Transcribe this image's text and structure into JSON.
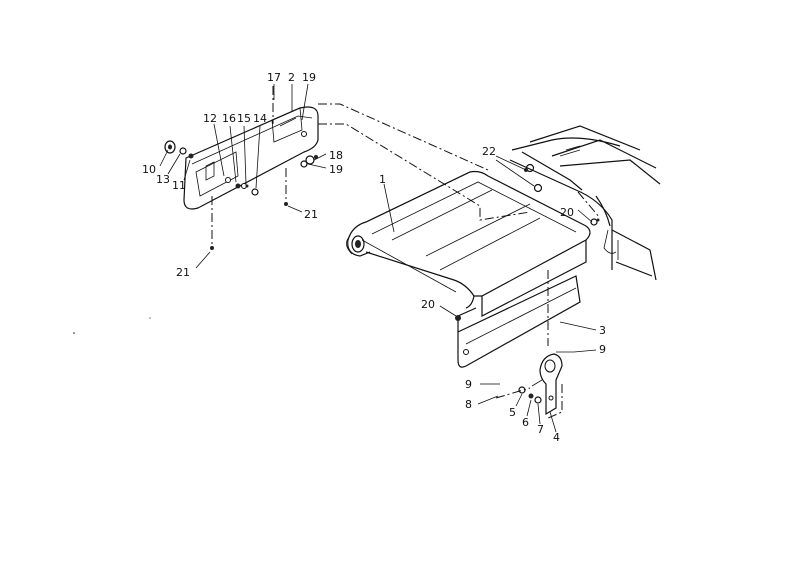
{
  "callouts": [
    {
      "id": "c17",
      "text": "17"
    },
    {
      "id": "c2",
      "text": "2"
    },
    {
      "id": "c19a",
      "text": "19"
    },
    {
      "id": "c12",
      "text": "12"
    },
    {
      "id": "c16",
      "text": "16"
    },
    {
      "id": "c15",
      "text": "15"
    },
    {
      "id": "c14",
      "text": "14"
    },
    {
      "id": "c10",
      "text": "10"
    },
    {
      "id": "c13",
      "text": "13"
    },
    {
      "id": "c11",
      "text": "11"
    },
    {
      "id": "c18",
      "text": "18"
    },
    {
      "id": "c19b",
      "text": "19"
    },
    {
      "id": "c21a",
      "text": "21"
    },
    {
      "id": "c21b",
      "text": "21"
    },
    {
      "id": "c1",
      "text": "1"
    },
    {
      "id": "c22",
      "text": "22"
    },
    {
      "id": "c20a",
      "text": "20"
    },
    {
      "id": "c20b",
      "text": "20"
    },
    {
      "id": "c3",
      "text": "3"
    },
    {
      "id": "c9a",
      "text": "9"
    },
    {
      "id": "c9b",
      "text": "9"
    },
    {
      "id": "c8",
      "text": "8"
    },
    {
      "id": "c5",
      "text": "5"
    },
    {
      "id": "c6",
      "text": "6"
    },
    {
      "id": "c7",
      "text": "7"
    },
    {
      "id": "c4",
      "text": "4"
    }
  ]
}
